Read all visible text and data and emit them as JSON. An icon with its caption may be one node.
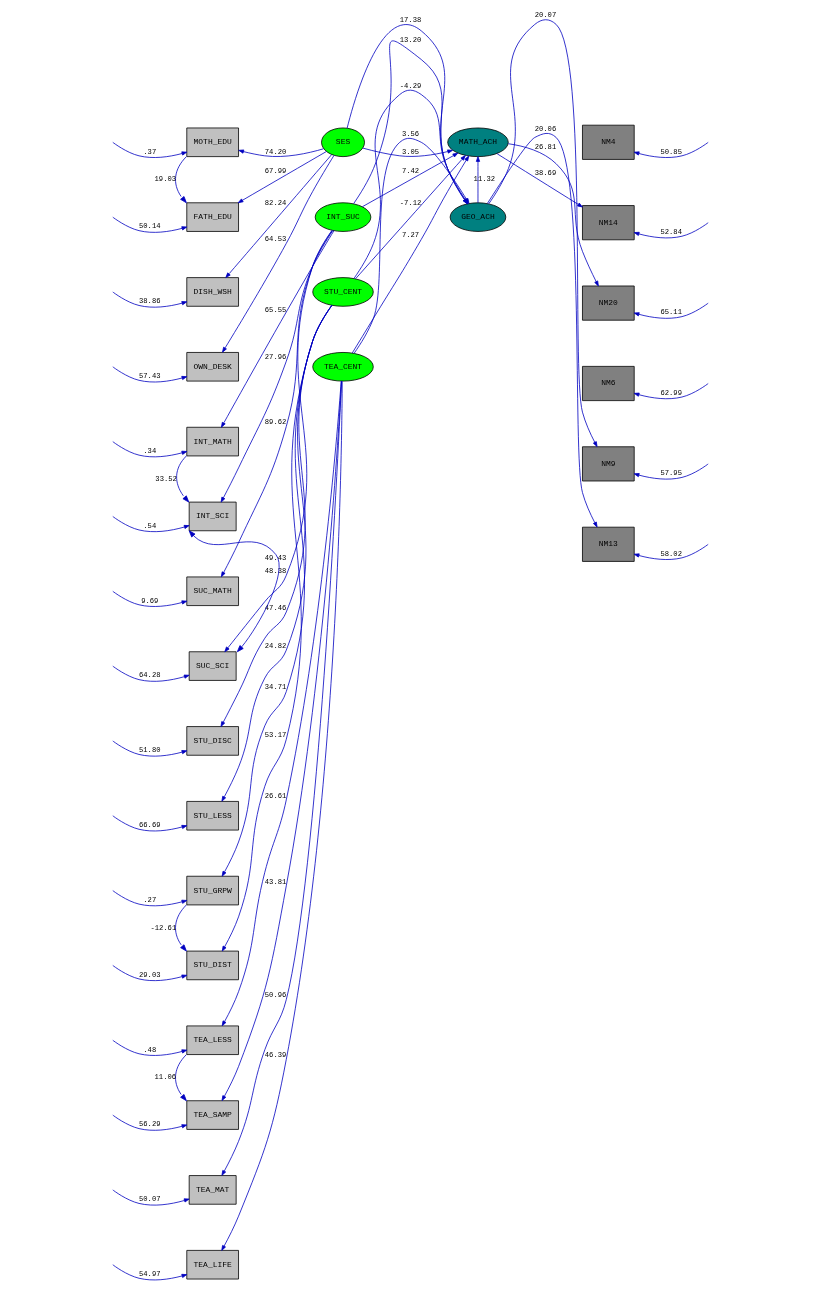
{
  "diagram": {
    "nodes": [
      {
        "text": [
          "NM4"
        ]
      },
      {
        "text": [
          "NM14"
        ]
      },
      {
        "text": [
          "NM20"
        ]
      },
      {
        "text": [
          "NM6"
        ]
      },
      {
        "text": [
          "NM9"
        ]
      },
      {
        "text": [
          "NM13"
        ]
      },
      {
        "text": [
          "MATH_ACH"
        ]
      },
      {
        "text": [
          "GEO_ACH"
        ]
      },
      {
        "text": [
          "SES"
        ]
      },
      {
        "text": [
          "INT_SUC"
        ]
      },
      {
        "text": [
          "STU_CENT"
        ]
      },
      {
        "text": [
          "TEA_CENT"
        ]
      },
      {
        "text": [
          "MOTH_EDU"
        ]
      },
      {
        "text": [
          "FATH_EDU"
        ]
      },
      {
        "text": [
          "DISH_WSH"
        ]
      },
      {
        "text": [
          "OWN_DESK"
        ]
      },
      {
        "text": [
          "INT_MATH"
        ]
      },
      {
        "text": [
          "INT_SCI"
        ]
      },
      {
        "text": [
          "SUC_MATH"
        ]
      },
      {
        "text": [
          "SUC_SCI"
        ]
      },
      {
        "text": [
          "STU_DISC"
        ]
      },
      {
        "text": [
          "STU_LESS"
        ]
      },
      {
        "text": [
          "STU_GRPW"
        ]
      },
      {
        "text": [
          "STU_DIST"
        ]
      },
      {
        "text": [
          "TEA_LESS"
        ]
      },
      {
        "text": [
          "TEA_SAMP"
        ]
      },
      {
        "text": [
          "TEA_MAT"
        ]
      },
      {
        "text": [
          "TEA_LIFE"
        ]
      }
    ],
    "edges": [
      {
        "from": null,
        "to": 0,
        "arrow": "to",
        "label": "50.85"
      },
      {
        "from": null,
        "to": 1,
        "arrow": "to",
        "label": "52.84"
      },
      {
        "from": null,
        "to": 2,
        "arrow": "to",
        "label": "65.11"
      },
      {
        "from": null,
        "to": 3,
        "arrow": "to",
        "label": "62.99"
      },
      {
        "from": null,
        "to": 4,
        "arrow": "to",
        "label": "57.95"
      },
      {
        "from": null,
        "to": 5,
        "arrow": "to",
        "label": "58.02"
      },
      {
        "from": 6,
        "to": 1,
        "arrow": "to",
        "label": "38.69"
      },
      {
        "from": 6,
        "to": 2,
        "arrow": "to",
        "label": "26.81"
      },
      {
        "from": 7,
        "to": 4,
        "arrow": "to",
        "label": "20.07"
      },
      {
        "from": 7,
        "to": 5,
        "arrow": "to",
        "label": "20.06"
      },
      {
        "from": 7,
        "to": 6,
        "arrow": "to",
        "label": "11.32"
      },
      {
        "from": 8,
        "to": 6,
        "arrow": "to",
        "label": "3.05"
      },
      {
        "from": 9,
        "to": 6,
        "arrow": "to",
        "label": "7.42"
      },
      {
        "from": 10,
        "to": 6,
        "arrow": "to",
        "label": "-7.12"
      },
      {
        "from": 11,
        "to": 6,
        "arrow": "to",
        "label": "7.27"
      },
      {
        "from": 8,
        "to": 7,
        "arrow": "to",
        "label": "17.38"
      },
      {
        "from": 9,
        "to": 7,
        "arrow": "to",
        "label": "13.20"
      },
      {
        "from": 10,
        "to": 7,
        "arrow": "to",
        "label": "-4.29"
      },
      {
        "from": 11,
        "to": 7,
        "arrow": "to",
        "label": "3.56"
      },
      {
        "from": 8,
        "to": 12,
        "arrow": "to",
        "label": "74.20"
      },
      {
        "from": 8,
        "to": 13,
        "arrow": "to",
        "label": "67.99"
      },
      {
        "from": 8,
        "to": 14,
        "arrow": "to",
        "label": "82.24"
      },
      {
        "from": 8,
        "to": 15,
        "arrow": "to",
        "label": "64.53"
      },
      {
        "from": 9,
        "to": 16,
        "arrow": "to",
        "label": "65.55"
      },
      {
        "from": 9,
        "to": 17,
        "arrow": "to",
        "label": "27.96"
      },
      {
        "from": 9,
        "to": 18,
        "arrow": "to",
        "label": "89.62"
      },
      {
        "from": 9,
        "to": 19,
        "arrow": "to",
        "label": "48.38"
      },
      {
        "from": 10,
        "to": 20,
        "arrow": "to",
        "label": "47.46"
      },
      {
        "from": 10,
        "to": 21,
        "arrow": "to",
        "label": "24.82"
      },
      {
        "from": 10,
        "to": 22,
        "arrow": "to",
        "label": "34.71"
      },
      {
        "from": 10,
        "to": 23,
        "arrow": "to",
        "label": "53.17"
      },
      {
        "from": 11,
        "to": 24,
        "arrow": "to",
        "label": "26.61"
      },
      {
        "from": 11,
        "to": 25,
        "arrow": "to",
        "label": "43.81"
      },
      {
        "from": 11,
        "to": 26,
        "arrow": "to",
        "label": "50.96"
      },
      {
        "from": 11,
        "to": 27,
        "arrow": "to",
        "label": "46.39"
      },
      {
        "from": null,
        "to": 12,
        "arrow": "to",
        "label": ".37"
      },
      {
        "from": null,
        "to": 13,
        "arrow": "to",
        "label": "50.14"
      },
      {
        "from": null,
        "to": 14,
        "arrow": "to",
        "label": "38.86"
      },
      {
        "from": null,
        "to": 15,
        "arrow": "to",
        "label": "57.43"
      },
      {
        "from": null,
        "to": 16,
        "arrow": "to",
        "label": ".34"
      },
      {
        "from": null,
        "to": 17,
        "arrow": "to",
        "label": ".54"
      },
      {
        "from": null,
        "to": 18,
        "arrow": "to",
        "label": "9.69"
      },
      {
        "from": null,
        "to": 19,
        "arrow": "to",
        "label": "64.28"
      },
      {
        "from": null,
        "to": 20,
        "arrow": "to",
        "label": "51.80"
      },
      {
        "from": null,
        "to": 21,
        "arrow": "to",
        "label": "66.69"
      },
      {
        "from": null,
        "to": 22,
        "arrow": "to",
        "label": ".27"
      },
      {
        "from": null,
        "to": 23,
        "arrow": "to",
        "label": "29.03"
      },
      {
        "from": null,
        "to": 24,
        "arrow": "to",
        "label": ".48"
      },
      {
        "from": null,
        "to": 25,
        "arrow": "to",
        "label": "56.29"
      },
      {
        "from": null,
        "to": 26,
        "arrow": "to",
        "label": "50.07"
      },
      {
        "from": null,
        "to": 27,
        "arrow": "to",
        "label": "54.97"
      },
      {
        "from": 12,
        "to": 13,
        "arrow": "both",
        "label": "19.03"
      },
      {
        "from": 16,
        "to": 17,
        "arrow": "both",
        "label": "33.52"
      },
      {
        "from": 17,
        "to": 19,
        "arrow": "both",
        "label": "49.43"
      },
      {
        "from": 22,
        "to": 23,
        "arrow": "both",
        "label": "-12.61"
      },
      {
        "from": 24,
        "to": 25,
        "arrow": "both",
        "label": "11.06"
      }
    ]
  }
}
